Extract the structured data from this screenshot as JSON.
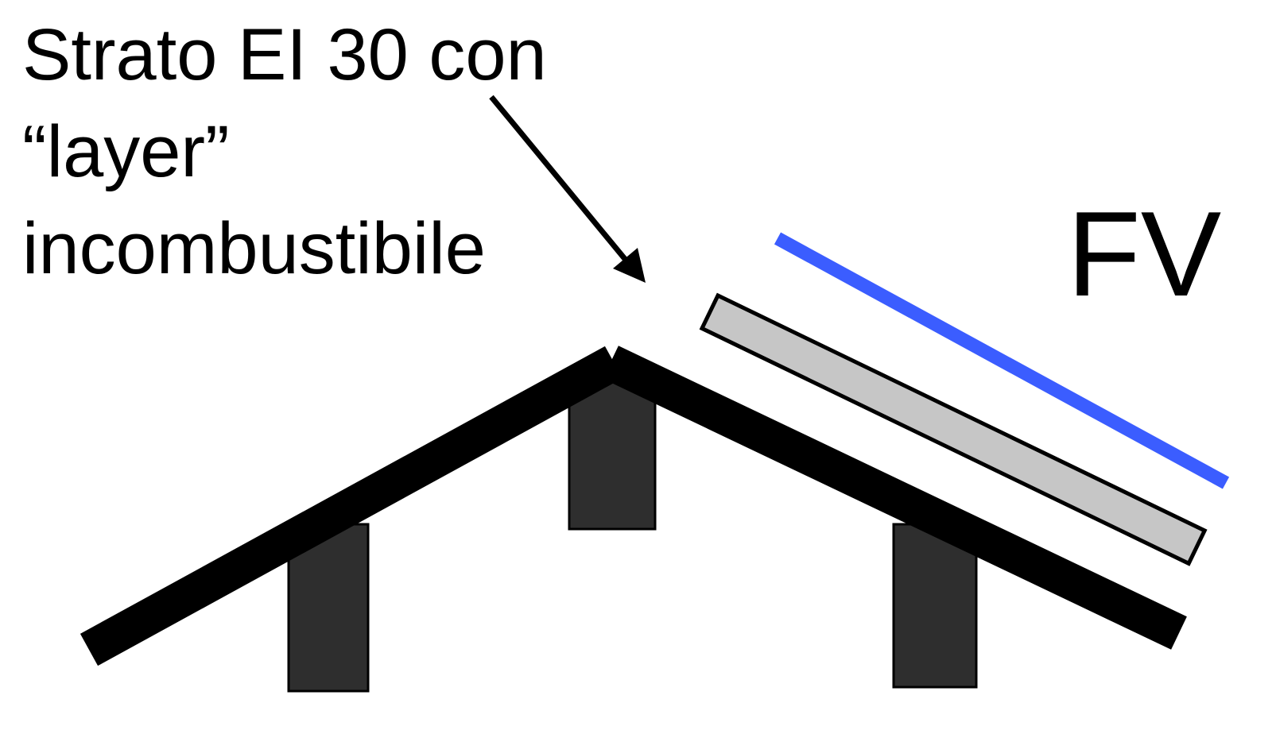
{
  "diagram": {
    "annotation": {
      "line1": "Strato EI 30 con",
      "line2": "“layer”",
      "line3": "incombustibile"
    },
    "fv_label": "FV",
    "colors": {
      "background": "#ffffff",
      "roof": "#000000",
      "support": "#2e2e2e",
      "slab_fill": "#c6c6c6",
      "slab_stroke": "#000000",
      "pv_blue": "#3b5dff",
      "arrow": "#000000",
      "text": "#000000"
    }
  }
}
